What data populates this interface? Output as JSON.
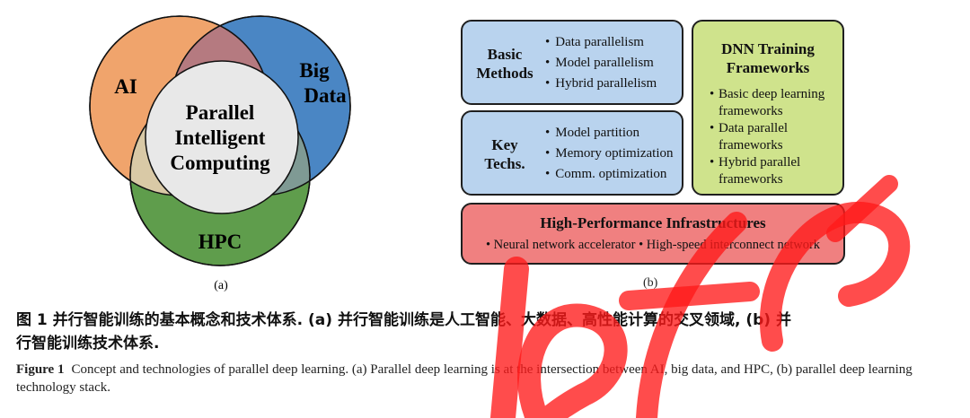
{
  "panel_a": {
    "sets": [
      "AI",
      "Big",
      "Data",
      "HPC"
    ],
    "center_lines": [
      "Parallel",
      "Intelligent",
      "Computing"
    ],
    "label": "(a)",
    "colors": {
      "ai": "#f0a46c",
      "bigdata": "#4a86c4",
      "hpc": "#5f9d4c",
      "center": "#e8e8e8"
    }
  },
  "panel_b": {
    "basic_methods": {
      "title": [
        "Basic",
        "Methods"
      ],
      "items": [
        "Data parallelism",
        "Model parallelism",
        "Hybrid parallelism"
      ]
    },
    "key_techs": {
      "title": [
        "Key",
        "Techs."
      ],
      "items": [
        "Model partition",
        "Memory optimization",
        "Comm. optimization"
      ]
    },
    "dnn_frameworks": {
      "title": [
        "DNN Training",
        "Frameworks"
      ],
      "items": [
        [
          "Basic deep learning",
          "frameworks"
        ],
        [
          "Data parallel",
          "frameworks"
        ],
        [
          "Hybrid parallel",
          "frameworks"
        ]
      ]
    },
    "infrastructures": {
      "title": "High-Performance Infrastructures",
      "items": "• Neural network accelerator • High-speed interconnect network"
    },
    "label": "(b)"
  },
  "caption": {
    "cn_line1": "图 1   并行智能训练的基本概念和技术体系. (a) 并行智能训练是人工智能、大数据、高性能计算的交叉领域, (b) 并",
    "cn_line2": "行智能训练技术体系.",
    "en_label": "Figure 1",
    "en_text": "Concept and technologies of parallel deep learning. (a) Parallel deep learning is at the intersection between AI, big data, and HPC, (b) parallel deep learning technology stack."
  }
}
